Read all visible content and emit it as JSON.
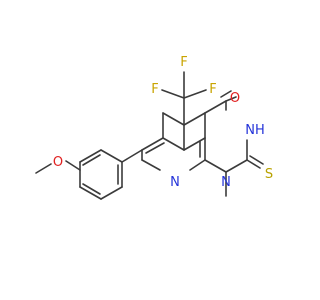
{
  "structure": {
    "atoms": {
      "F_top": "F",
      "F_left": "F",
      "F_right": "F",
      "O_carbonyl": "O",
      "NH": "NH",
      "S": "S",
      "N_ring": "N",
      "N_methyl": "N",
      "O_ether": "O"
    }
  },
  "colors": {
    "bond": "#3b3b3b",
    "F": "#c9a400",
    "O": "#e02020",
    "N": "#2433d9",
    "S": "#b8a200"
  }
}
